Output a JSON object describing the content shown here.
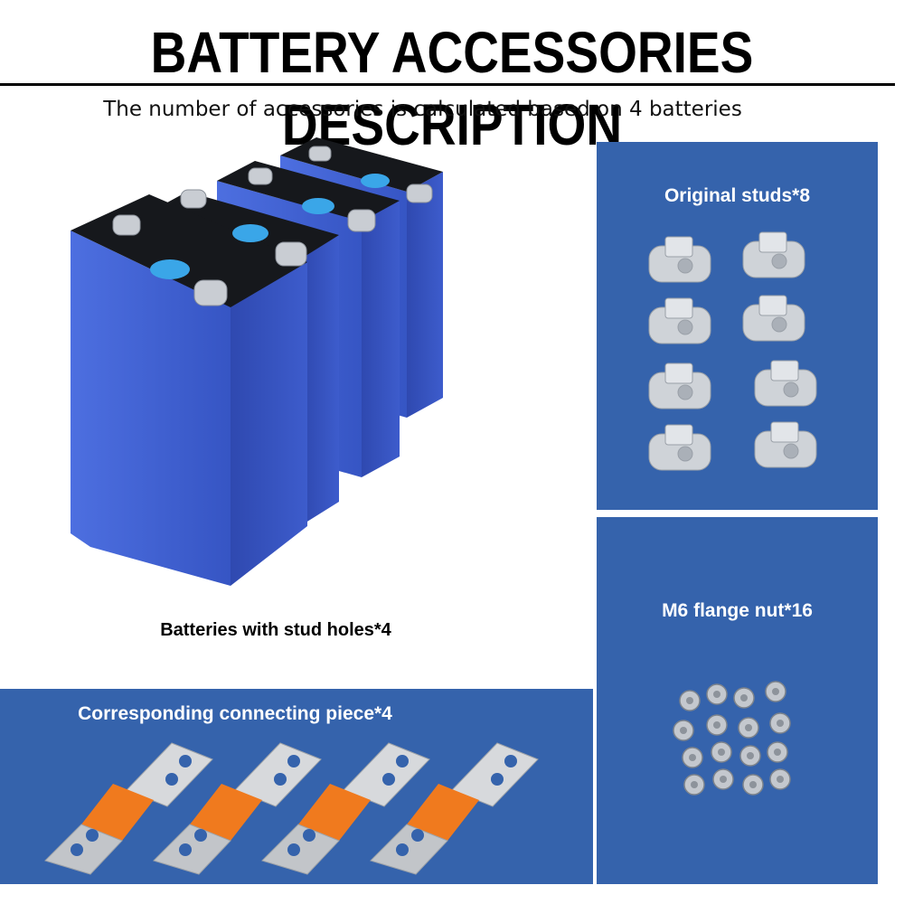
{
  "header": {
    "title": "BATTERY ACCESSORIES DESCRIPTION",
    "subtitle": "The number of accessories is calculated based on 4 batteries"
  },
  "batteries": {
    "label": "Batteries with stud holes*4",
    "count": 4
  },
  "studs": {
    "label": "Original studs*8",
    "count": 8
  },
  "nuts": {
    "label": "M6 flange nut*16",
    "count": 16
  },
  "connectors": {
    "label": "Corresponding connecting piece*4",
    "count": 4
  },
  "colors": {
    "panel_blue": "#3563ac",
    "battery_blue": "#3f5ecb",
    "busbar_orange": "#f07a1e",
    "metal": "#c9cdd3"
  }
}
